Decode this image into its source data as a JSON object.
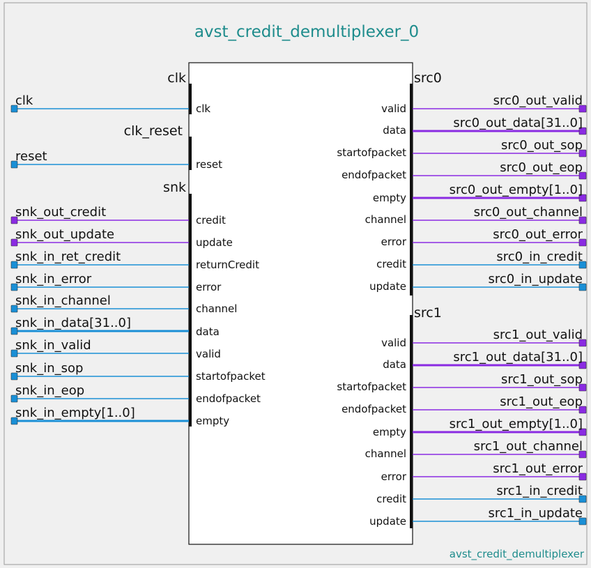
{
  "diagram": {
    "title": "avst_credit_demultiplexer_0",
    "subtitle": "avst_credit_demultiplexer",
    "colors": {
      "background": "#f0f0f0",
      "box": "#ffffff",
      "bar": "#111111",
      "conduit": "#1a8fd6",
      "data": "#8a2be2",
      "title": "#1e8c8c",
      "text": "#111111"
    },
    "interfaces": {
      "clk": "clk",
      "clk_reset": "clk_reset",
      "snk": "snk",
      "src0": "src0",
      "src1": "src1"
    },
    "left_signals": [
      {
        "ext": "clk",
        "port": "clk",
        "kind": "conduit"
      },
      {
        "ext": "reset",
        "port": "reset",
        "kind": "conduit"
      },
      {
        "ext": "snk_out_credit",
        "port": "credit",
        "kind": "data"
      },
      {
        "ext": "snk_out_update",
        "port": "update",
        "kind": "data"
      },
      {
        "ext": "snk_in_ret_credit",
        "port": "returnCredit",
        "kind": "conduit"
      },
      {
        "ext": "snk_in_error",
        "port": "error",
        "kind": "conduit"
      },
      {
        "ext": "snk_in_channel",
        "port": "channel",
        "kind": "conduit"
      },
      {
        "ext": "snk_in_data[31..0]",
        "port": "data",
        "kind": "conduit"
      },
      {
        "ext": "snk_in_valid",
        "port": "valid",
        "kind": "conduit"
      },
      {
        "ext": "snk_in_sop",
        "port": "startofpacket",
        "kind": "conduit"
      },
      {
        "ext": "snk_in_eop",
        "port": "endofpacket",
        "kind": "conduit"
      },
      {
        "ext": "snk_in_empty[1..0]",
        "port": "empty",
        "kind": "conduit"
      }
    ],
    "src0_signals": [
      {
        "ext": "src0_out_valid",
        "port": "valid",
        "kind": "data"
      },
      {
        "ext": "src0_out_data[31..0]",
        "port": "data",
        "kind": "data"
      },
      {
        "ext": "src0_out_sop",
        "port": "startofpacket",
        "kind": "data"
      },
      {
        "ext": "src0_out_eop",
        "port": "endofpacket",
        "kind": "data"
      },
      {
        "ext": "src0_out_empty[1..0]",
        "port": "empty",
        "kind": "data"
      },
      {
        "ext": "src0_out_channel",
        "port": "channel",
        "kind": "data"
      },
      {
        "ext": "src0_out_error",
        "port": "error",
        "kind": "data"
      },
      {
        "ext": "src0_in_credit",
        "port": "credit",
        "kind": "conduit"
      },
      {
        "ext": "src0_in_update",
        "port": "update",
        "kind": "conduit"
      }
    ],
    "src1_signals": [
      {
        "ext": "src1_out_valid",
        "port": "valid",
        "kind": "data"
      },
      {
        "ext": "src1_out_data[31..0]",
        "port": "data",
        "kind": "data"
      },
      {
        "ext": "src1_out_sop",
        "port": "startofpacket",
        "kind": "data"
      },
      {
        "ext": "src1_out_eop",
        "port": "endofpacket",
        "kind": "data"
      },
      {
        "ext": "src1_out_empty[1..0]",
        "port": "empty",
        "kind": "data"
      },
      {
        "ext": "src1_out_channel",
        "port": "channel",
        "kind": "data"
      },
      {
        "ext": "src1_out_error",
        "port": "error",
        "kind": "data"
      },
      {
        "ext": "src1_in_credit",
        "port": "credit",
        "kind": "conduit"
      },
      {
        "ext": "src1_in_update",
        "port": "update",
        "kind": "conduit"
      }
    ]
  }
}
